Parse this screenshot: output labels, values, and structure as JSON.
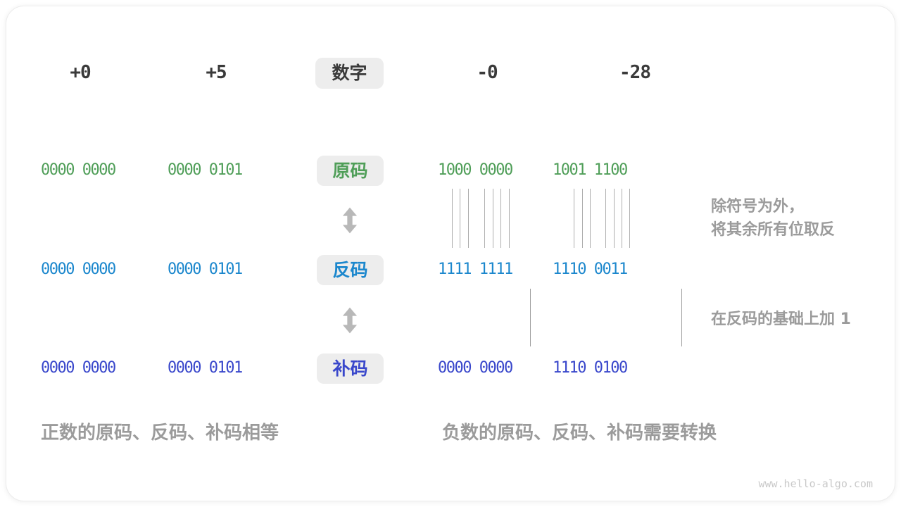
{
  "palette": {
    "sign_magnitude_green": "#4f9e58",
    "ones_complement_blue": "#1b87cd",
    "twos_complement_indigo": "#3947cb",
    "header_dark": "#3a3a3a",
    "annotation_gray": "#9b9b9b",
    "line_gray": "#aeaeae",
    "arrow_gray": "#b8b8b8",
    "label_box_bg": "#ededed",
    "watermark_gray": "#c9c9c9"
  },
  "columns": {
    "pos0": "+0",
    "pos5": "+5",
    "neg0": "-0",
    "neg28": "-28"
  },
  "center_label": "数字",
  "rows": [
    {
      "label": "原码",
      "color": "#4f9e58",
      "values": [
        "0000 0000",
        "0000 0101",
        "1000 0000",
        "1001 1100"
      ]
    },
    {
      "label": "反码",
      "color": "#1b87cd",
      "values": [
        "0000 0000",
        "0000 0101",
        "1111 1111",
        "1110 0011"
      ]
    },
    {
      "label": "补码",
      "color": "#3947cb",
      "values": [
        "0000 0000",
        "0000 0101",
        "0000 0000",
        "1110 0100"
      ]
    }
  ],
  "annotations": {
    "flip_line1": "除符号为外，",
    "flip_line2": "将其余所有位取反",
    "add_one": "在反码的基础上加 1"
  },
  "captions": {
    "positive": "正数的原码、反码、补码相等",
    "negative": "负数的原码、反码、补码需要转换"
  },
  "watermark": "www.hello-algo.com"
}
